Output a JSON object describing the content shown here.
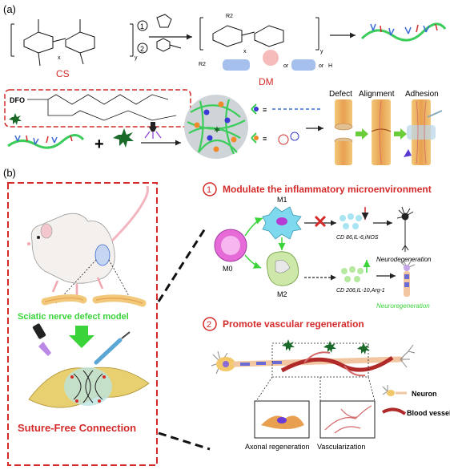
{
  "panel_a": {
    "label": "(a)",
    "step1": "1",
    "step2": "2",
    "reactant_label": "CS",
    "product_label": "DM",
    "dfo_label": "DFO",
    "r2_text": "R2",
    "or_text": "or",
    "h_text": "H",
    "x_sub": "x",
    "y_sub": "y",
    "defect": "Defect",
    "alignment": "Alignment",
    "adhesion": "Adhesion",
    "plus": "+"
  },
  "panel_b": {
    "label": "(b)",
    "model_label": "Sciatic nerve defect model",
    "connection_label": "Suture-Free Connection",
    "section1_num": "1",
    "section1_title": "Modulate the inflammatory microenvironment",
    "m0": "M0",
    "m1": "M1",
    "m2": "M2",
    "m1_markers": "CD 86,IL-6,iNOS",
    "m2_markers": "CD 206,IL-10,Arg-1",
    "neurodegeneration": "Neurodegeneration",
    "neuroregeneration": "Neuroregeneration",
    "section2_num": "2",
    "section2_title": "Promote vascular regeneration",
    "axonal": "Axonal regeneration",
    "vascularization": "Vascularization",
    "legend_neuron": "Neuron",
    "legend_vessel": "Blood vessel"
  },
  "colors": {
    "red": "#d42a2a",
    "green": "#3ad43a",
    "chain": "#3acd5a",
    "orange": "#f28a2a",
    "blue": "#3a6ad4",
    "m1_cyan": "#7ed8ee",
    "m2_green": "#cde8a8",
    "m0_pink": "#e66ad8"
  }
}
